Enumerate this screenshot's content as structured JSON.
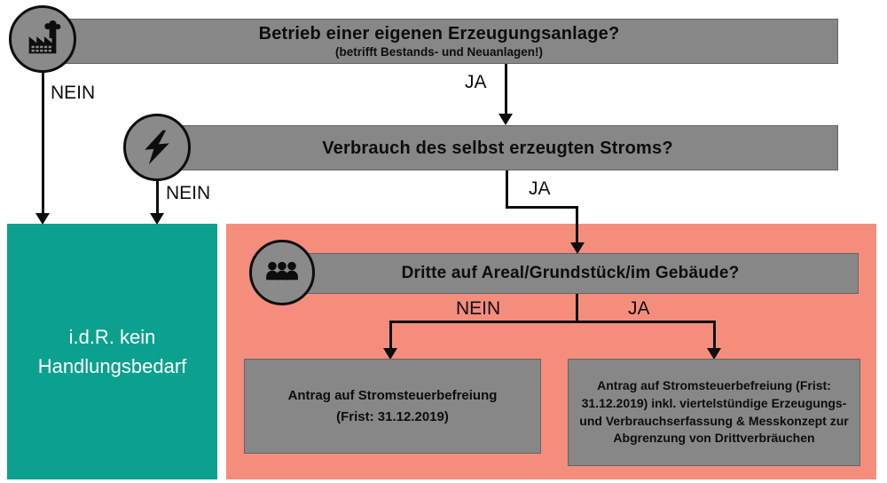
{
  "colors": {
    "bar_gray": "#878787",
    "teal": "#0ba18e",
    "salmon": "#f58d7d",
    "icon_circle_gray": "#8a8a8a",
    "line_black": "#0d0d0d",
    "text_white": "#ffffff"
  },
  "flow": {
    "q1": {
      "title": "Betrieb einer eigenen Erzeugungsanlage?",
      "subtitle": "(betrifft Bestands- und Neuanlagen!)",
      "icon": "factory-icon",
      "yes_label": "JA",
      "no_label": "NEIN"
    },
    "q2": {
      "title": "Verbrauch des selbst erzeugten Stroms?",
      "icon": "lightning-icon",
      "yes_label": "JA",
      "no_label": "NEIN"
    },
    "q3": {
      "title": "Dritte auf Areal/Grundstück/im Gebäude?",
      "icon": "people-icon",
      "yes_label": "JA",
      "no_label": "NEIN"
    },
    "results": {
      "no_action": {
        "line1": "i.d.R. kein",
        "line2": "Handlungsbedarf"
      },
      "exemption_simple": {
        "line1": "Antrag auf Stromsteuerbefreiung",
        "line2": "(Frist: 31.12.2019)"
      },
      "exemption_extended": {
        "text": "Antrag auf Stromsteuerbefreiung (Frist: 31.12.2019) inkl. viertelstündige Erzeugungs- und Verbrauchserfassung & Messkonzept zur Abgrenzung von Drittverbräuchen"
      }
    }
  }
}
